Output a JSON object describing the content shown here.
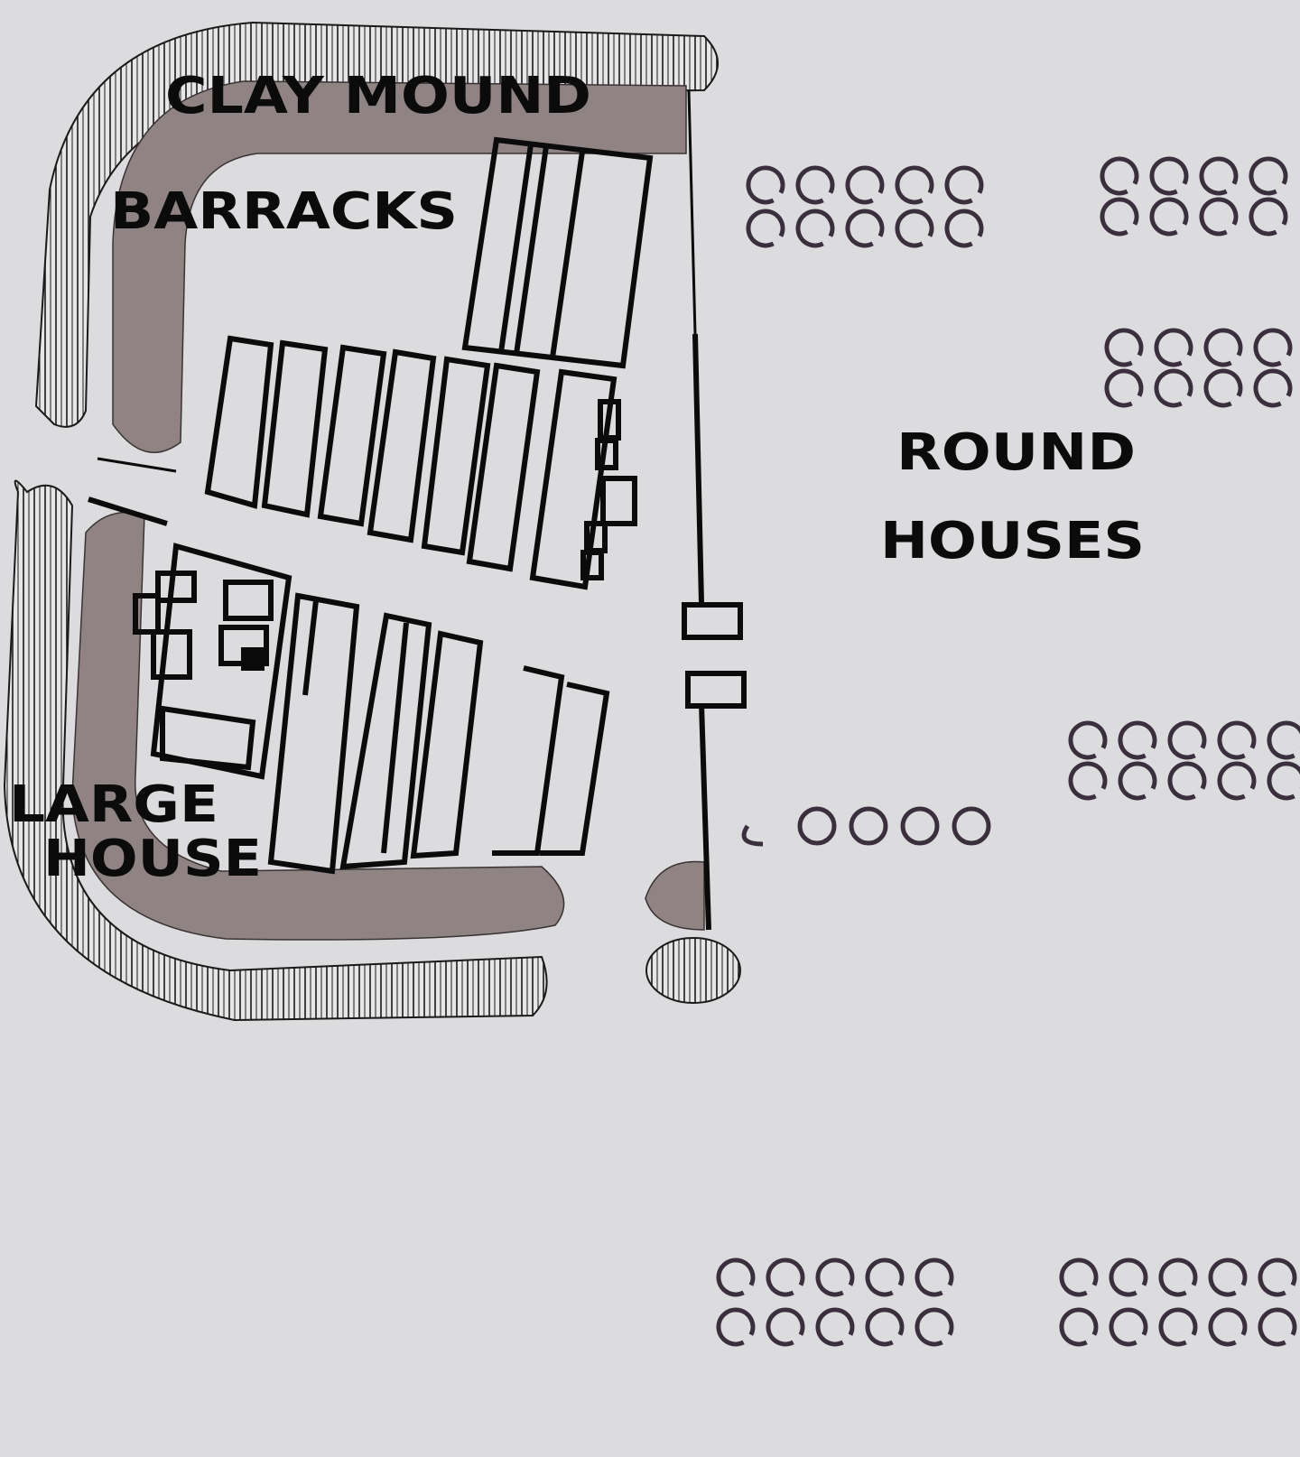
{
  "labels": {
    "clay_mound": "CLAY MOUND",
    "barracks": "BARRACKS",
    "round_houses_line1": "ROUND",
    "round_houses_line2": "HOUSES",
    "large_house_line1": "LARGE",
    "large_house_line2": "HOUSE"
  },
  "colors": {
    "background": "#dcdcde",
    "clay_mound": "#8f8383",
    "outline": "#0b0b0b",
    "round_house_ring": "#3a2f3d",
    "ditch_hatch": "#1a1a1a"
  }
}
